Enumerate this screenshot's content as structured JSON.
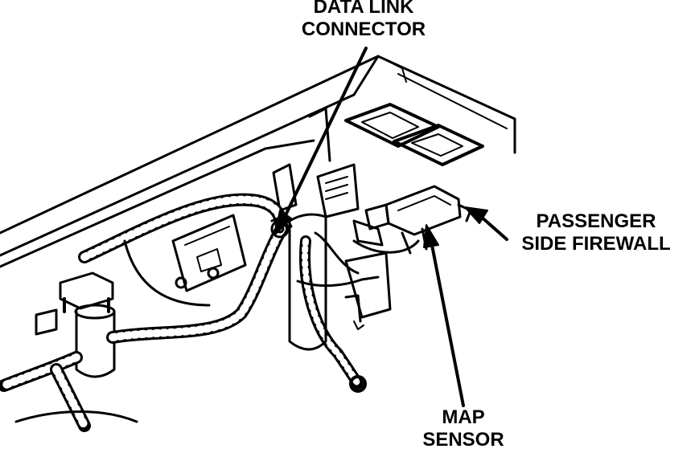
{
  "labels": {
    "data_link_connector": [
      "DATA LINK",
      "CONNECTOR"
    ],
    "passenger_side_firewall": [
      "PASSENGER",
      "SIDE FIREWALL"
    ],
    "map_sensor": [
      "MAP",
      "SENSOR"
    ]
  },
  "colors": {
    "ink": "#000000",
    "paper": "#ffffff"
  }
}
